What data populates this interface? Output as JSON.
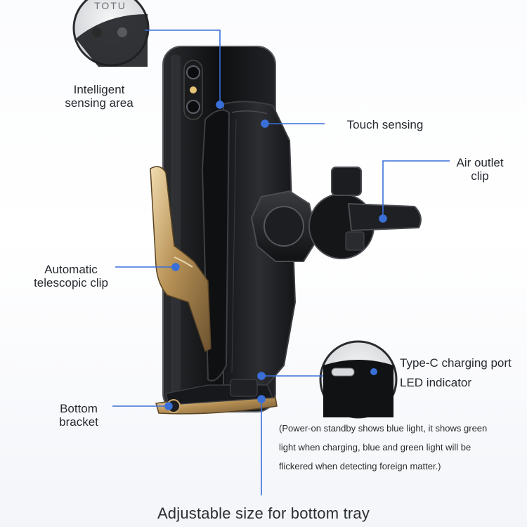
{
  "logo": {
    "brand": "TOTU"
  },
  "callouts": {
    "intelligent_sensing": "Intelligent\nsensing area",
    "touch_sensing": "Touch sensing",
    "air_outlet": "Air outlet\nclip",
    "telescopic_clip": "Automatic\ntelescopic clip",
    "type_c": "Type-C charging port",
    "led_indicator": "LED indicator",
    "bottom_bracket": "Bottom\nbracket"
  },
  "led_note": [
    "(Power-on standby shows blue light, it shows green",
    "light when charging, blue and green light will be",
    "flickered when detecting foreign matter.)"
  ],
  "caption": "Adjustable size for bottom tray",
  "colors": {
    "accent": "#3a6fd8",
    "gold": "#c7a46a",
    "body": "#1c1d20"
  }
}
